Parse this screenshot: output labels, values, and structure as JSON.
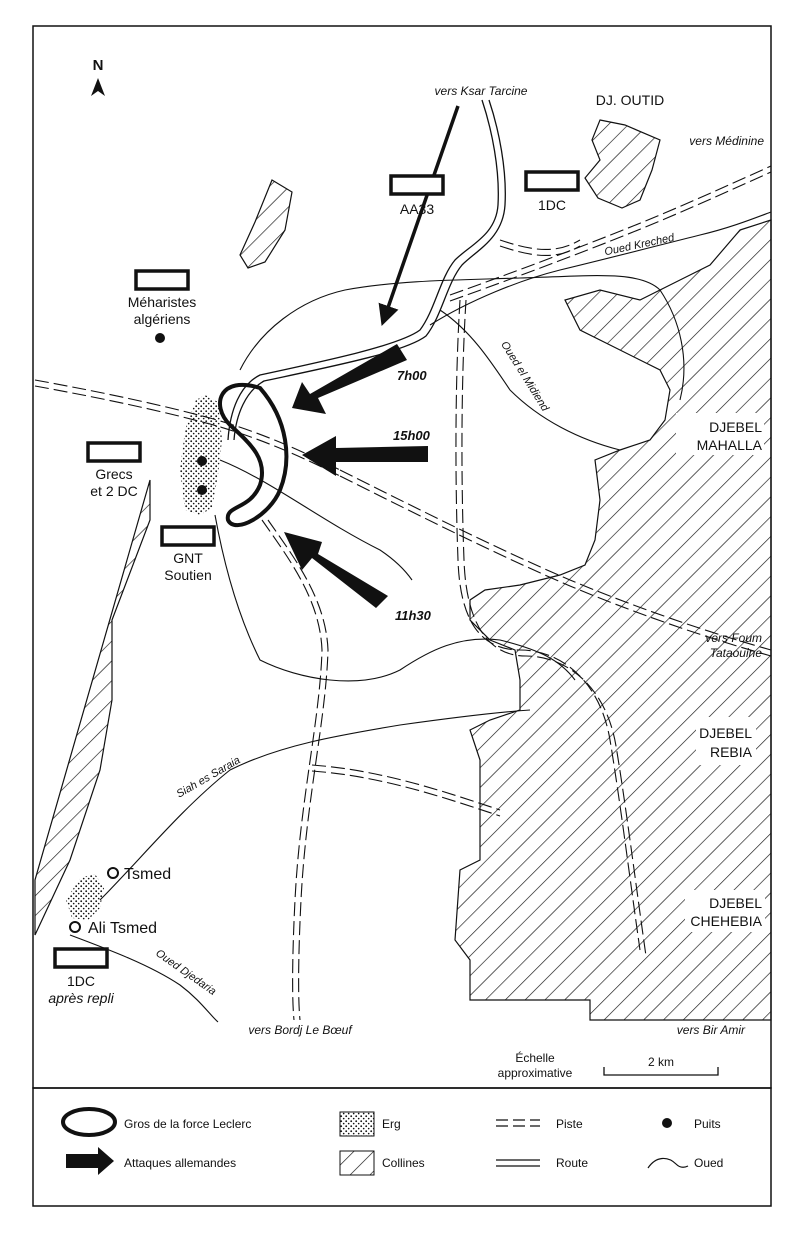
{
  "north": "N",
  "places": {
    "vers_ksar_tarcine": "vers Ksar Tarcine",
    "dj_outid": "DJ. OUTID",
    "vers_medinine": "vers Médinine",
    "oued_kreched": "Oued Kreched",
    "oued_el_midiend": "Oued el Midiend",
    "djebel_mahalla": [
      "DJEBEL",
      "MAHALLA"
    ],
    "vers_foum_tataouine": [
      "vers Foum",
      "Tataouine"
    ],
    "djebel_rebia": [
      "DJEBEL",
      "REBIA"
    ],
    "djebel_chehebia": [
      "DJEBEL",
      "CHEHEBIA"
    ],
    "vers_bir_amir": "vers Bir Amir",
    "vers_bordj": "vers Bordj Le Bœuf",
    "siah_es_saraia": "Siah es Saraia",
    "oued_djedaria": "Oued Djedaria",
    "tsmed": "Tsmed",
    "ali_tsmed": "Ali Tsmed"
  },
  "units": {
    "aa33": "AA33",
    "dc1_top": "1DC",
    "meharistes": [
      "Méharistes",
      "algériens"
    ],
    "grecs": [
      "Grecs",
      "et 2 DC"
    ],
    "gnt": [
      "GNT",
      "Soutien"
    ],
    "dc1_bottom": [
      "1DC",
      "après repli"
    ]
  },
  "attacks": {
    "t1": "7h00",
    "t2": "15h00",
    "t3": "11h30"
  },
  "scale": {
    "title": [
      "Échelle",
      "approximative"
    ],
    "value": "2 km"
  },
  "legend": {
    "force": "Gros de la force Leclerc",
    "attacks": "Attaques allemandes",
    "erg": "Erg",
    "collines": "Collines",
    "piste": "Piste",
    "route": "Route",
    "puits": "Puits",
    "oued": "Oued"
  }
}
